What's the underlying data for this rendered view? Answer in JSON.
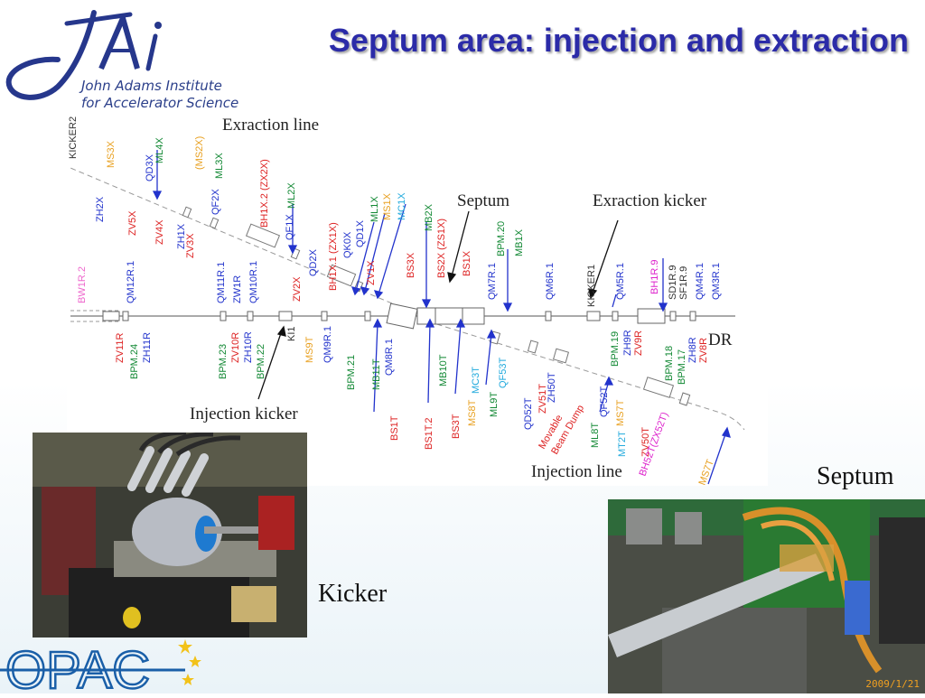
{
  "logo_jai": {
    "mark": "JAi",
    "line1": "John Adams Institute",
    "line2": "for Accelerator Science"
  },
  "title": "Septum area: injection and extraction",
  "diagram": {
    "labels": {
      "extraction_line": "Exraction line",
      "septum": "Septum",
      "extraction_kicker": "Exraction kicker",
      "injection_kicker": "Injection kicker",
      "injection_line": "Injection line",
      "dr": "DR"
    },
    "magnets": [
      {
        "text": "KICKER2",
        "color": "#333333"
      },
      {
        "text": "MS3X",
        "color": "#e8a020"
      },
      {
        "text": "QD3X",
        "color": "#2233cc"
      },
      {
        "text": "ML4X",
        "color": "#118833"
      },
      {
        "text": "MS2X",
        "color": "#e8a020"
      },
      {
        "text": "ML3X",
        "color": "#118833"
      },
      {
        "text": "ZH2X",
        "color": "#2233cc"
      },
      {
        "text": "ZV5X",
        "color": "#dd2222"
      },
      {
        "text": "ZV4X",
        "color": "#dd2222"
      },
      {
        "text": "ZH1X",
        "color": "#2233cc"
      },
      {
        "text": "ZV3X",
        "color": "#dd2222"
      },
      {
        "text": "QF2X",
        "color": "#2233cc"
      },
      {
        "text": "BH1X.2 (ZX2X)",
        "color": "#dd2222"
      },
      {
        "text": "QF1X",
        "color": "#2233cc"
      },
      {
        "text": "ML2X",
        "color": "#118833"
      },
      {
        "text": "QD2X",
        "color": "#2233cc"
      },
      {
        "text": "BH1X.1 (ZX1X)",
        "color": "#dd2222"
      },
      {
        "text": "QK0X",
        "color": "#2233cc"
      },
      {
        "text": "QD1X",
        "color": "#2233cc"
      },
      {
        "text": "ML1X",
        "color": "#118833"
      },
      {
        "text": "MS1X",
        "color": "#e8a020"
      },
      {
        "text": "MC1X",
        "color": "#22aadd"
      },
      {
        "text": "ZV2X",
        "color": "#dd2222"
      },
      {
        "text": "ZV1X",
        "color": "#dd2222"
      },
      {
        "text": "BS3X",
        "color": "#dd2222"
      },
      {
        "text": "MB2X",
        "color": "#118833"
      },
      {
        "text": "BS2X (ZS1X)",
        "color": "#dd2222"
      },
      {
        "text": "BS1X",
        "color": "#dd2222"
      },
      {
        "text": "BPM.20",
        "color": "#118833"
      },
      {
        "text": "MB1X",
        "color": "#118833"
      },
      {
        "text": "QM7R.1",
        "color": "#2233cc"
      },
      {
        "text": "QM6R.1",
        "color": "#2233cc"
      },
      {
        "text": "KICKER1",
        "color": "#333333"
      },
      {
        "text": "QM5R.1",
        "color": "#2233cc"
      },
      {
        "text": "BH1R.9",
        "color": "#dd22cc"
      },
      {
        "text": "SD1R.9",
        "color": "#333333"
      },
      {
        "text": "SF1R.9",
        "color": "#333333"
      },
      {
        "text": "QM4R.1",
        "color": "#2233cc"
      },
      {
        "text": "QM3R.1",
        "color": "#2233cc"
      },
      {
        "text": "BW1R.2",
        "color": "#ee66cc"
      },
      {
        "text": "QM12R.1",
        "color": "#2233cc"
      },
      {
        "text": "QM11R.1",
        "color": "#2233cc"
      },
      {
        "text": "ZW1R",
        "color": "#2233cc"
      },
      {
        "text": "QM10R.1",
        "color": "#2233cc"
      },
      {
        "text": "ZV11R",
        "color": "#dd2222"
      },
      {
        "text": "BPM.24",
        "color": "#118833"
      },
      {
        "text": "ZH11R",
        "color": "#2233cc"
      },
      {
        "text": "BPM.23",
        "color": "#118833"
      },
      {
        "text": "ZV10R",
        "color": "#dd2222"
      },
      {
        "text": "ZH10R",
        "color": "#2233cc"
      },
      {
        "text": "BPM.22",
        "color": "#118833"
      },
      {
        "text": "KI1",
        "color": "#333333"
      },
      {
        "text": "MS9T",
        "color": "#e8a020"
      },
      {
        "text": "QM9R.1",
        "color": "#2233cc"
      },
      {
        "text": "BPM.21",
        "color": "#118833"
      },
      {
        "text": "MB11T",
        "color": "#118833"
      },
      {
        "text": "QM8R.1",
        "color": "#2233cc"
      },
      {
        "text": "BS1T",
        "color": "#dd2222"
      },
      {
        "text": "BS1T.2",
        "color": "#dd2222"
      },
      {
        "text": "MB10T",
        "color": "#118833"
      },
      {
        "text": "BS3T",
        "color": "#dd2222"
      },
      {
        "text": "MS8T",
        "color": "#e8a020"
      },
      {
        "text": "MC3T",
        "color": "#22aadd"
      },
      {
        "text": "ML9T",
        "color": "#118833"
      },
      {
        "text": "QF53T",
        "color": "#22aadd"
      },
      {
        "text": "QD52T",
        "color": "#2233cc"
      },
      {
        "text": "ZV51T",
        "color": "#dd2222"
      },
      {
        "text": "ZH50T",
        "color": "#2233cc"
      },
      {
        "text": "Movable Beam Dump",
        "color": "#dd2222"
      },
      {
        "text": "ML8T",
        "color": "#118833"
      },
      {
        "text": "QF52T",
        "color": "#2233cc"
      },
      {
        "text": "MS7T",
        "color": "#e8a020"
      },
      {
        "text": "MT2T",
        "color": "#22aadd"
      },
      {
        "text": "ZV50T",
        "color": "#dd2222"
      },
      {
        "text": "BH52T(ZX52T)",
        "color": "#dd22cc"
      },
      {
        "text": "BPM.19",
        "color": "#118833"
      },
      {
        "text": "ZH9R",
        "color": "#2233cc"
      },
      {
        "text": "ZV9R",
        "color": "#dd2222"
      },
      {
        "text": "BPM.18",
        "color": "#118833"
      },
      {
        "text": "BPM.17",
        "color": "#118833"
      },
      {
        "text": "ZH8R",
        "color": "#2233cc"
      },
      {
        "text": "ZV8R",
        "color": "#dd2222"
      },
      {
        "text": "MS7T",
        "color": "#e8a020"
      }
    ]
  },
  "photos": {
    "kicker_caption": "Kicker",
    "septum_caption": "Septum",
    "septum_date": "2009/1/21"
  },
  "logo_opac": {
    "text": "OPAC"
  }
}
